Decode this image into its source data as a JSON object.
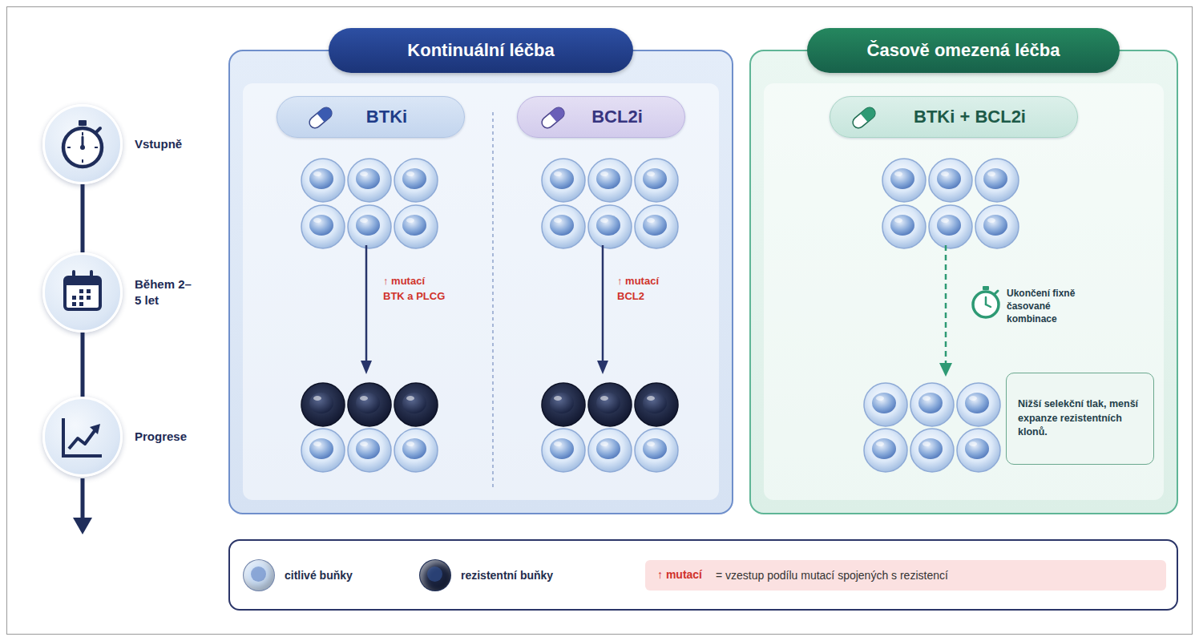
{
  "diagram": {
    "nodes": [
      {
        "text": [
          "Vstupně"
        ]
      },
      {
        "text": [
          "Během 2–5 let"
        ]
      },
      {
        "text": [
          "Progrese"
        ]
      },
      {
        "text": [
          "Kontinuální léčba"
        ]
      },
      {
        "text": [
          "BTKi"
        ],
        "in": 3
      },
      {
        "text": [
          "BCL2i"
        ],
        "in": 3
      },
      {
        "text": [
          "Časově omezená léčba"
        ]
      },
      {
        "text": [
          "BTKi + BCL2i"
        ],
        "in": 6
      },
      {
        "text": [
          "Nižší selekční tlak, menší expanze rezistentních klonů."
        ],
        "in": 6
      }
    ],
    "edges": [
      {
        "from": 0,
        "to": 1,
        "arrow": "none"
      },
      {
        "from": 1,
        "to": 2,
        "arrow": "none"
      }
    ],
    "labels": [
      "↑ mutací BTK a PLCG",
      "↑ mutací BCL2",
      "Ukončení fixně časované kombinace",
      "↑ mutací"
    ],
    "legend": [
      {
        "text": "citlivé buňky",
        "color": "#c9dcf3"
      },
      {
        "text": "rezistentní buňky",
        "color": "#1b2440"
      },
      {
        "text": "= vzestup podílu mutací spojených s rezistencí"
      }
    ]
  }
}
